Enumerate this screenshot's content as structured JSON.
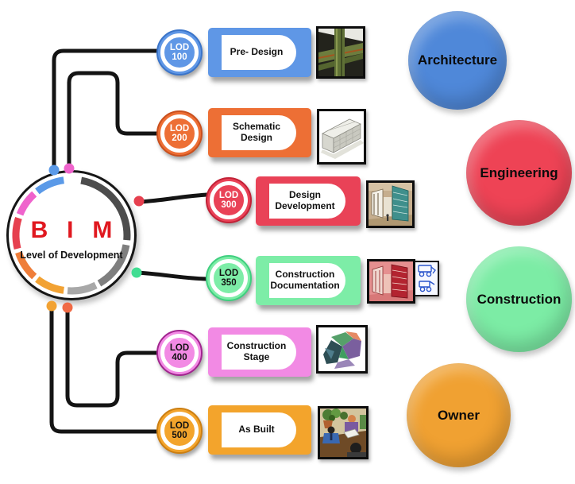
{
  "center": {
    "title": "B I M",
    "subtitle": "Level of Development",
    "title_color": "#e0181f"
  },
  "ring": [
    "#4d4d4d",
    "#7f7f7f",
    "#a8a8a8",
    "#f2a233",
    "#ef7e3a",
    "#e6404f",
    "#ef63cc",
    "#5b9ae8"
  ],
  "dots": [
    "#5b9ae8",
    "#ef63cc",
    "#e6404f",
    "#41dd92",
    "#f2a233",
    "#f06a45"
  ],
  "rows": [
    {
      "badge_top": "LOD",
      "badge_num": "100",
      "label": "Pre- Design",
      "color": "#5f97e6",
      "edge": "#3a74c9",
      "text_color": "#ffffff"
    },
    {
      "badge_top": "LOD",
      "badge_num": "200",
      "label": "Schematic Design",
      "color": "#ed6f35",
      "edge": "#c94f1d",
      "text_color": "#ffffff"
    },
    {
      "badge_top": "LOD",
      "badge_num": "300",
      "label": "Design Development",
      "color": "#e94257",
      "edge": "#c22237",
      "text_color": "#ffffff"
    },
    {
      "badge_top": "LOD",
      "badge_num": "350",
      "label": "Construction Documentation",
      "color": "#7deda7",
      "edge": "#3fcf7f",
      "text_color": "#111111"
    },
    {
      "badge_top": "LOD",
      "badge_num": "400",
      "label": "Construction Stage",
      "color": "#f28ae4",
      "edge": "#a1258f",
      "text_color": "#111111"
    },
    {
      "badge_top": "LOD",
      "badge_num": "500",
      "label": "As Built",
      "color": "#f3a42c",
      "edge": "#cc7f12",
      "text_color": "#111111"
    }
  ],
  "roles": [
    {
      "label": "Architecture",
      "color": "#4f88d9"
    },
    {
      "label": "Engineering",
      "color": "#ee4355"
    },
    {
      "label": "Construction",
      "color": "#7ceca5"
    },
    {
      "label": "Owner",
      "color": "#f0a132"
    }
  ]
}
